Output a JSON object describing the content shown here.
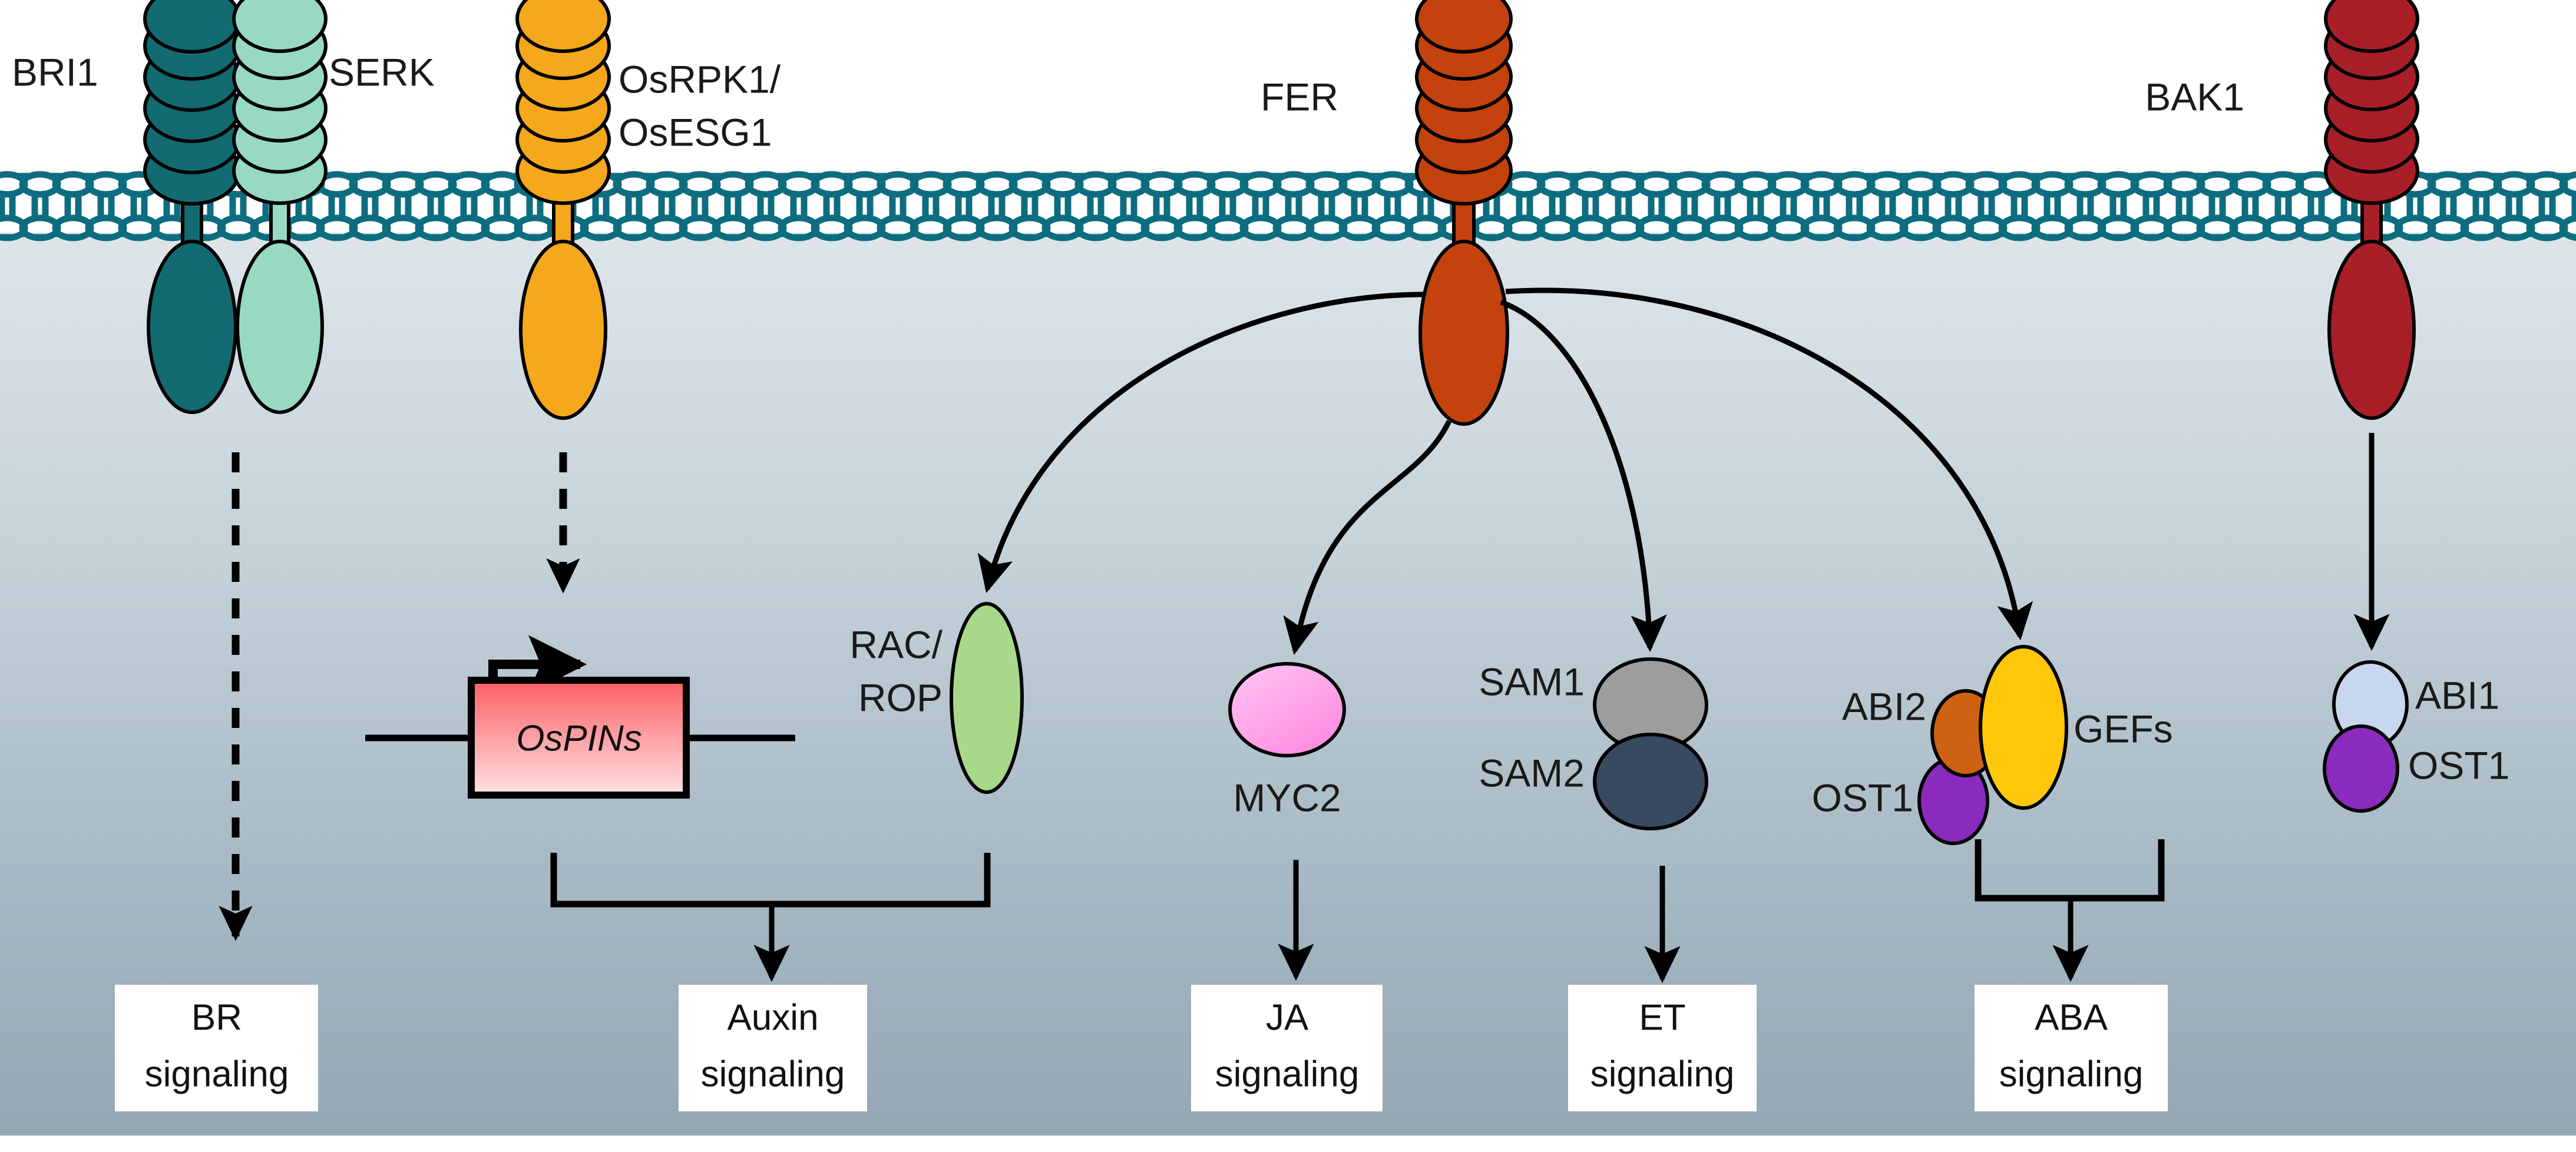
{
  "figure": {
    "type": "signaling-pathway-diagram",
    "description": "Plant receptor-like kinase signaling at the plasma membrane",
    "background": {
      "extracellular_color": "#ffffff",
      "cytoplasm_gradient_top": "#dce4e8",
      "cytoplasm_gradient_bottom": "#93a8b3",
      "membrane_color": "#0d6d80"
    }
  },
  "receptors": [
    {
      "id": "bri1",
      "label": "BRI1",
      "color": "#136b72",
      "label_side": "left",
      "domains": 6
    },
    {
      "id": "serk",
      "label": "SERK",
      "color": "#98d9c1",
      "label_side": "right",
      "domains": 6
    },
    {
      "id": "osrpk1",
      "label": "OsRPK1/\nOsESG1",
      "label_line1": "OsRPK1/",
      "label_line2": "OsESG1",
      "color": "#f5a81c",
      "label_side": "right",
      "domains": 6
    },
    {
      "id": "fer",
      "label": "FER",
      "color": "#c4420d",
      "label_side": "left",
      "domains": 6
    },
    {
      "id": "bak1",
      "label": "BAK1",
      "color": "#a81f28",
      "label_side": "left",
      "domains": 6
    }
  ],
  "cytoplasmic_nodes": [
    {
      "id": "ospins",
      "label": "OsPINs",
      "shape": "gene-box",
      "fill_top": "#fb6a6a",
      "fill_bottom": "#ffd9dc",
      "italic": true
    },
    {
      "id": "racrop",
      "label_line1": "RAC/",
      "label_line2": "ROP",
      "shape": "ellipse-tall",
      "color": "#a8d98a",
      "label_side": "left"
    },
    {
      "id": "myc2",
      "label": "MYC2",
      "shape": "ellipse",
      "color": "#ff9ae8",
      "label_side": "below"
    },
    {
      "id": "sam1",
      "label": "SAM1",
      "shape": "ellipse",
      "color": "#9d9d9d",
      "label_side": "left"
    },
    {
      "id": "sam2",
      "label": "SAM2",
      "shape": "ellipse",
      "color": "#384a60",
      "label_side": "left"
    },
    {
      "id": "abi2",
      "label": "ABI2",
      "shape": "ellipse-small",
      "color": "#cf6113",
      "label_side": "left"
    },
    {
      "id": "ost1_left",
      "label": "OST1",
      "shape": "ellipse-small",
      "color": "#8a2bbd",
      "label_side": "left"
    },
    {
      "id": "gefs",
      "label": "GEFs",
      "shape": "ellipse-tall",
      "color": "#ffc709",
      "label_side": "right"
    },
    {
      "id": "abi1",
      "label": "ABI1",
      "shape": "ellipse-small",
      "color": "#c8d6f0",
      "label_side": "right"
    },
    {
      "id": "ost1_right",
      "label": "OST1",
      "shape": "ellipse-small",
      "color": "#8a2bbd",
      "label_side": "right"
    }
  ],
  "outcome_boxes": [
    {
      "id": "br",
      "line1": "BR",
      "line2": "signaling"
    },
    {
      "id": "auxin",
      "line1": "Auxin",
      "line2": "signaling"
    },
    {
      "id": "ja",
      "line1": "JA",
      "line2": "signaling"
    },
    {
      "id": "et",
      "line1": "ET",
      "line2": "signaling"
    },
    {
      "id": "aba",
      "line1": "ABA",
      "line2": "signaling"
    }
  ],
  "connections": [
    {
      "from": "bri1",
      "to": "br-signaling",
      "style": "dashed"
    },
    {
      "from": "osrpk1",
      "to": "ospins",
      "style": "dashed"
    },
    {
      "from": "ospins",
      "to": "auxin-signaling",
      "style": "bracket-arrow"
    },
    {
      "from": "racrop",
      "to": "auxin-signaling",
      "style": "bracket-arrow"
    },
    {
      "from": "fer",
      "to": "racrop",
      "style": "curved-arrow"
    },
    {
      "from": "fer",
      "to": "myc2",
      "style": "curved-arrow"
    },
    {
      "from": "fer",
      "to": "sam1",
      "style": "curved-arrow"
    },
    {
      "from": "fer",
      "to": "gefs",
      "style": "curved-arrow"
    },
    {
      "from": "myc2",
      "to": "ja-signaling",
      "style": "arrow"
    },
    {
      "from": "sam2",
      "to": "et-signaling",
      "style": "arrow"
    },
    {
      "from": "ost1-gefs-cluster",
      "to": "aba-signaling",
      "style": "bracket-arrow"
    },
    {
      "from": "bak1",
      "to": "abi1-ost1",
      "style": "arrow"
    }
  ]
}
